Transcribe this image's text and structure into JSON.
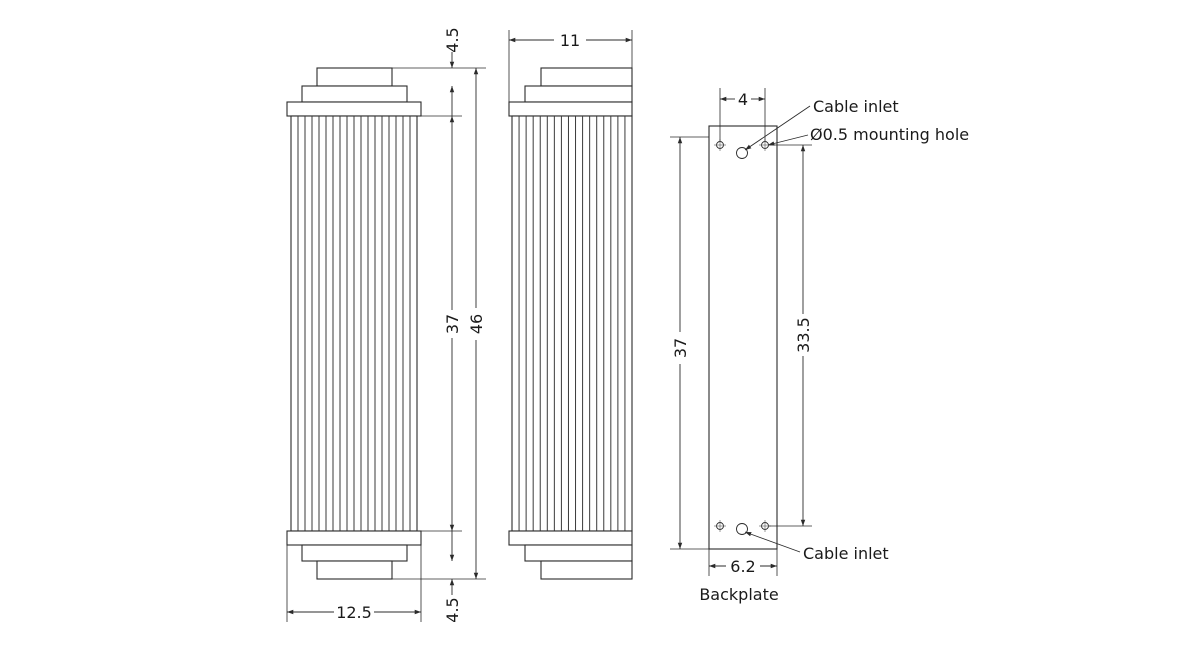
{
  "dimensions": {
    "top_cap": "4.5",
    "body": "37",
    "total": "46",
    "bottom_cap": "4.5",
    "width": "12.5",
    "depth": "11",
    "hole_spacing_top": "4",
    "plate_height": "37",
    "hole_spacing_vertical": "33.5",
    "plate_width": "6.2"
  },
  "labels": {
    "cable_inlet_top": "Cable inlet",
    "mounting_hole": "Ø0.5 mounting hole",
    "cable_inlet_bottom": "Cable inlet",
    "backplate": "Backplate"
  },
  "colors": {
    "line": "#2b2b2b",
    "background": "#ffffff"
  }
}
